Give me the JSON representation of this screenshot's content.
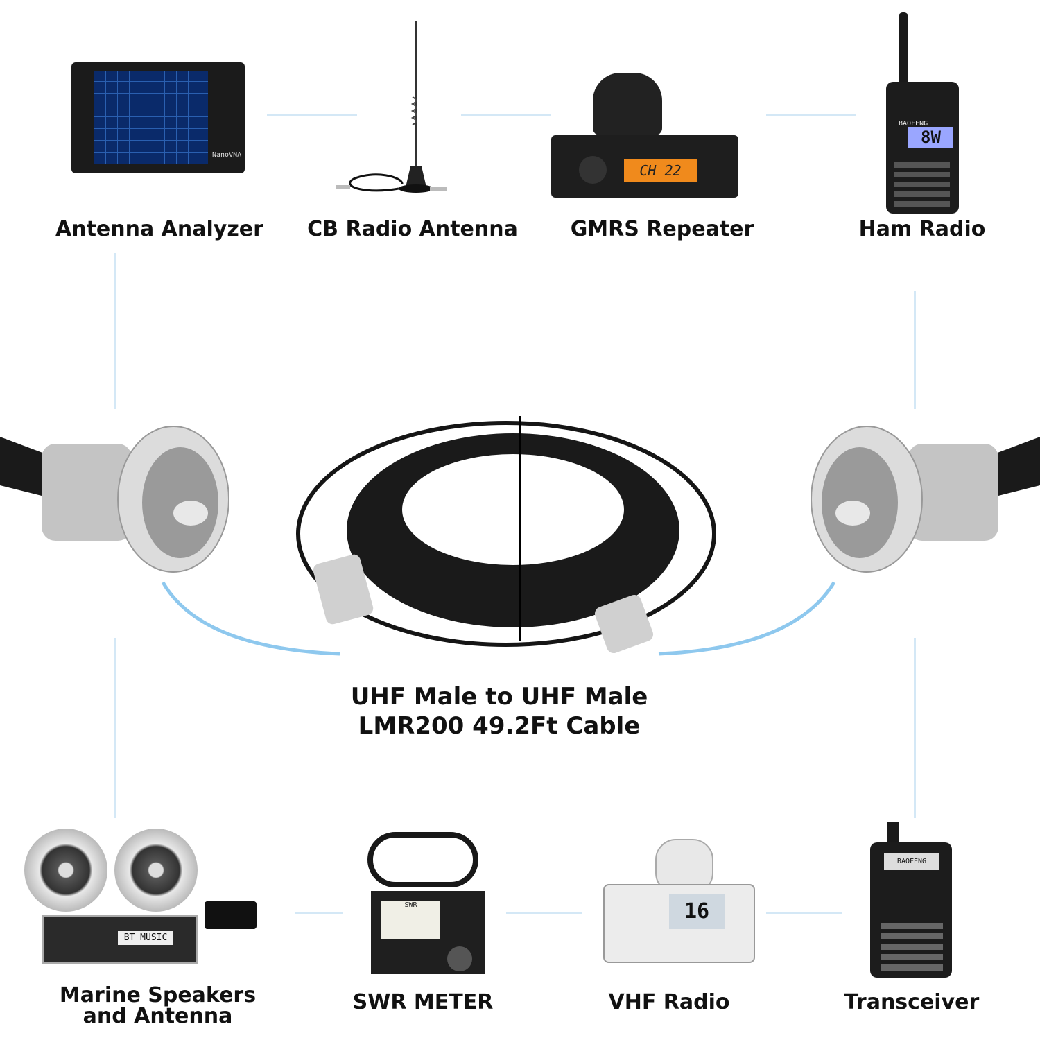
{
  "top_devices": [
    {
      "label": "Antenna Analyzer",
      "screen_text": "NanoVNA"
    },
    {
      "label": "CB Radio Antenna"
    },
    {
      "label": "GMRS Repeater",
      "screen_text": "CH 22"
    },
    {
      "label": "Ham Radio",
      "screen_text": "8W",
      "brand": "BAOFENG"
    }
  ],
  "center": {
    "title_line1": "UHF Male to UHF Male",
    "title_line2": "LMR200 49.2Ft Cable"
  },
  "bottom_devices": [
    {
      "label_line1": "Marine Speakers",
      "label_line2": "and Antenna",
      "screen_text": "BT MUSIC"
    },
    {
      "label": "SWR METER",
      "screen_text": "SWR"
    },
    {
      "label": "VHF Radio",
      "screen_text": "16"
    },
    {
      "label": "Transceiver",
      "brand": "BAOFENG"
    }
  ],
  "colors": {
    "connector_line": "#d4e8f6",
    "arc": "#8ec8ee",
    "cable": "#151515",
    "silver": "#c9c9c9"
  }
}
